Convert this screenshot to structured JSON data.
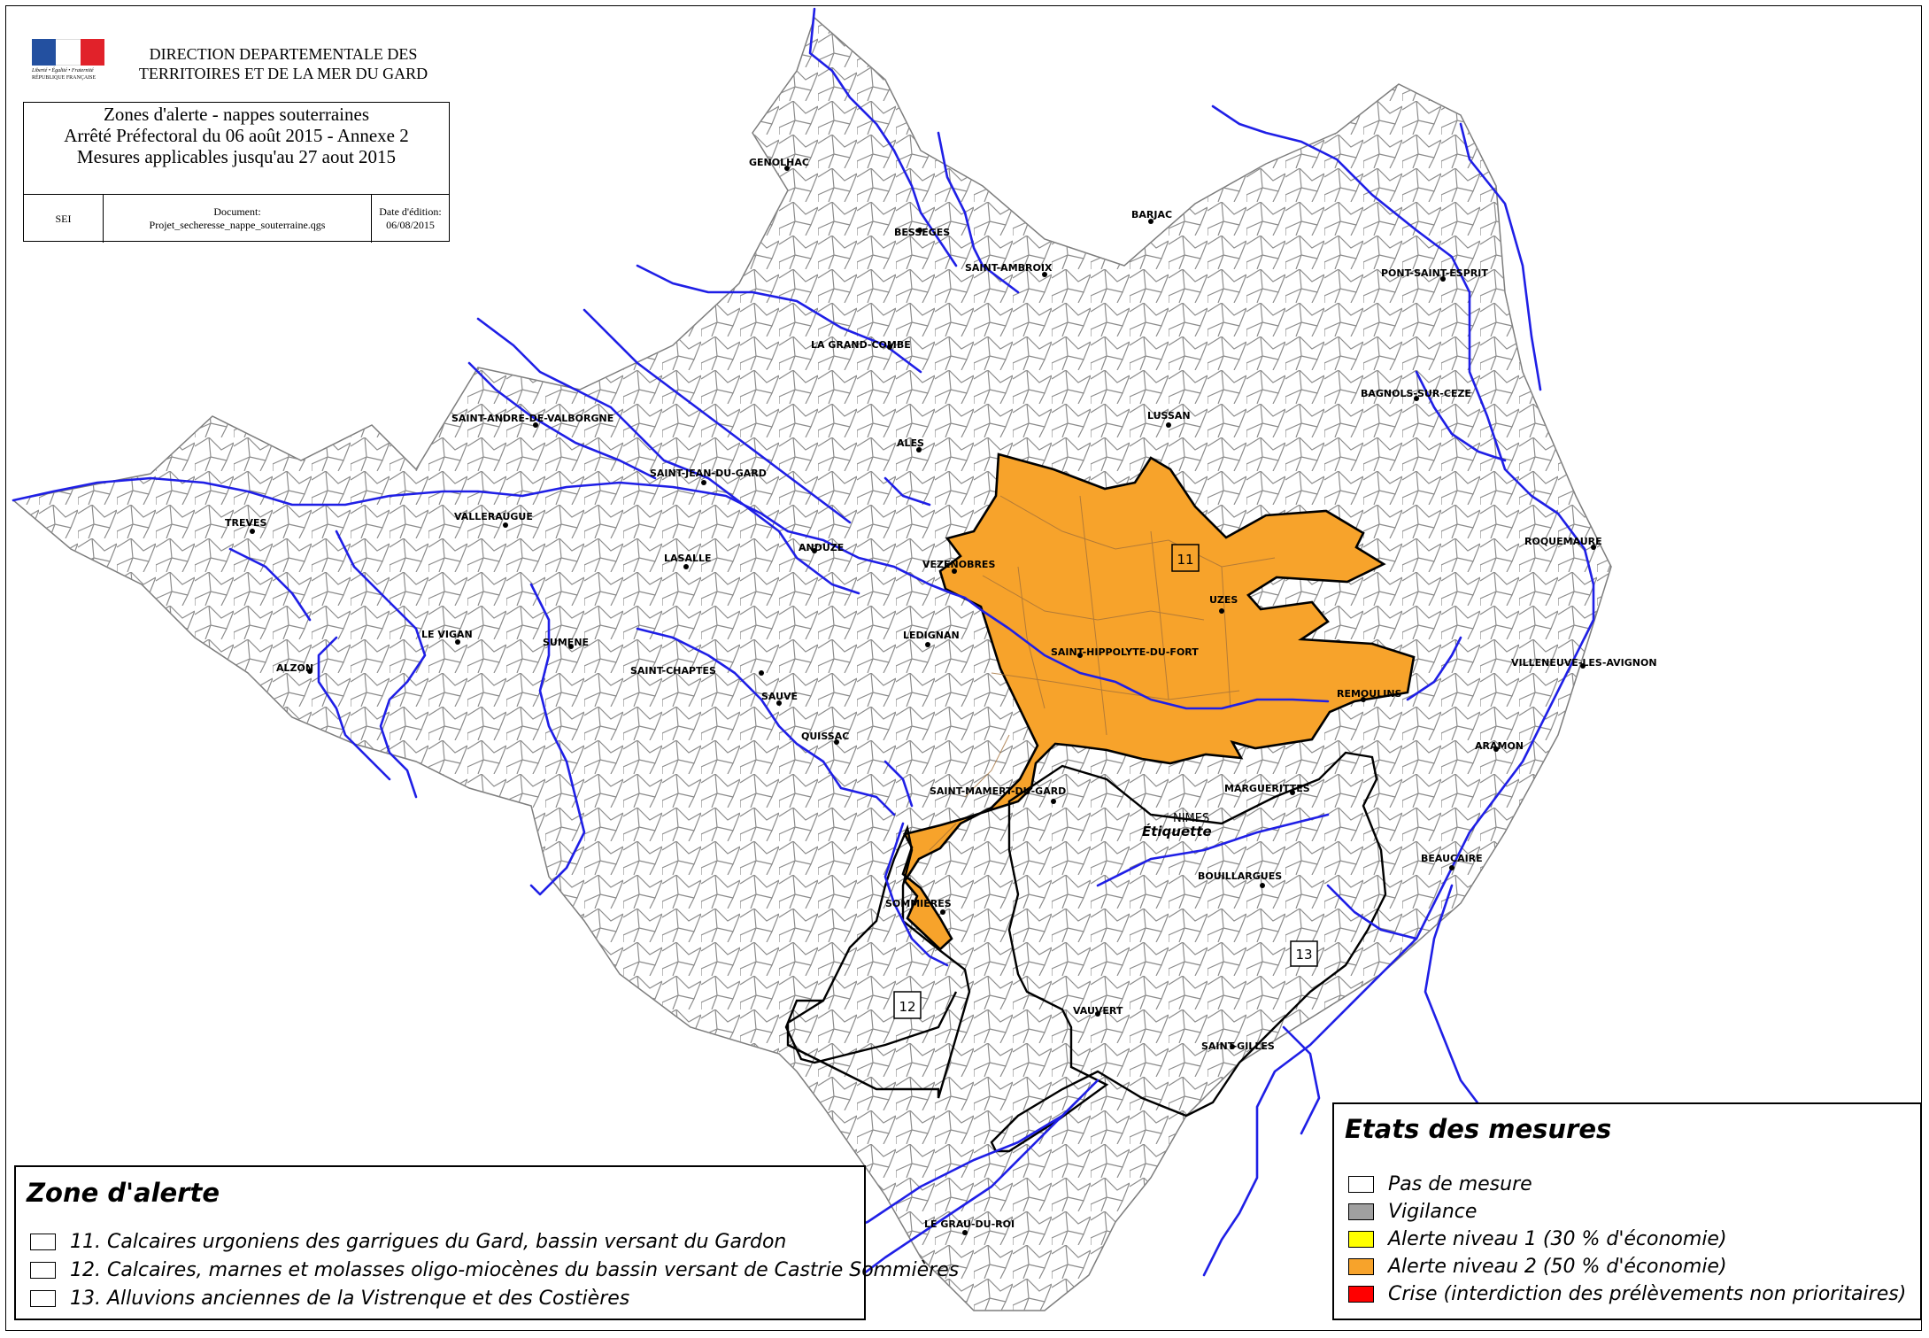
{
  "header": {
    "logo_motto": "Liberté • Égalité • Fraternité",
    "logo_republic": "RÉPUBLIQUE FRANÇAISE",
    "department_line1": "DIRECTION DEPARTEMENTALE DES",
    "department_line2": "TERRITOIRES ET DE LA MER DU GARD",
    "title_line1": "Zones d'alerte - nappes souterraines",
    "title_line2": "Arrêté Préfectoral du 06 août 2015 - Annexe 2",
    "title_line3": "Mesures applicables jusqu'au 27 aout 2015",
    "service": "SEI",
    "document_label": "Document:",
    "document_name": "Projet_secheresse_nappe_souterraine.qgs",
    "date_label": "Date d'édition:",
    "date_value": "06/08/2015"
  },
  "colors": {
    "river": "#1f1fe6",
    "commune_border": "#8c8c8c",
    "zone_outline": "#000000",
    "alert_level_2": "#f7a32b",
    "vigilance": "#a0a0a0",
    "alert_level_1": "#ffff00",
    "crisis": "#ff0000"
  },
  "map": {
    "towns": [
      "GENOLHAC",
      "BESSEGES",
      "SAINT-AMBROIX",
      "BARJAC",
      "PONT-SAINT-ESPRIT",
      "LA GRAND-COMBE",
      "BAGNOLS-SUR-CEZE",
      "LUSSAN",
      "SAINT-ANDRE-DE-VALBORGNE",
      "ALES",
      "SAINT-JEAN-DU-GARD",
      "VALLERAUGUE",
      "TREVES",
      "ANDUZE",
      "ROQUEMAURE",
      "LASALLE",
      "VEZENOBRES",
      "UZES",
      "LE VIGAN",
      "SUMENE",
      "ALZON",
      "LEDIGNAN",
      "SAINT-HIPPOLYTE-DU-FORT",
      "SAINT-CHAPTES",
      "VILLENEUVE-LES-AVIGNON",
      "SAUVE",
      "REMOULINS",
      "QUISSAC",
      "ARAMON",
      "SAINT-MAMERT-DU-GARD",
      "MARGUERITTES",
      "NIMES",
      "BEAUCAIRE",
      "BOUILLARGUES",
      "SOMMIERES",
      "VAUVERT",
      "SAINT-GILLES",
      "LE GRAU-DU-ROI"
    ],
    "placeholder_label": "Étiquette",
    "zone_numbers": [
      "11",
      "12",
      "13"
    ]
  },
  "zone_legend": {
    "title": "Zone d'alerte",
    "items": [
      "11. Calcaires urgoniens des garrigues du Gard, bassin versant du Gardon",
      "12. Calcaires, marnes et molasses oligo-miocènes du bassin versant de Castrie Sommières",
      "13. Alluvions anciennes de la Vistrenque et des Costières"
    ]
  },
  "etats_legend": {
    "title": "Etats des mesures",
    "items": [
      {
        "label": "Pas de mesure",
        "color": "#ffffff"
      },
      {
        "label": "Vigilance",
        "color": "#a0a0a0"
      },
      {
        "label": "Alerte niveau 1 (30 % d'économie)",
        "color": "#ffff00"
      },
      {
        "label": "Alerte niveau 2 (50 % d'économie)",
        "color": "#f7a32b"
      },
      {
        "label": "Crise (interdiction des prélèvements non prioritaires)",
        "color": "#ff0000"
      }
    ]
  }
}
